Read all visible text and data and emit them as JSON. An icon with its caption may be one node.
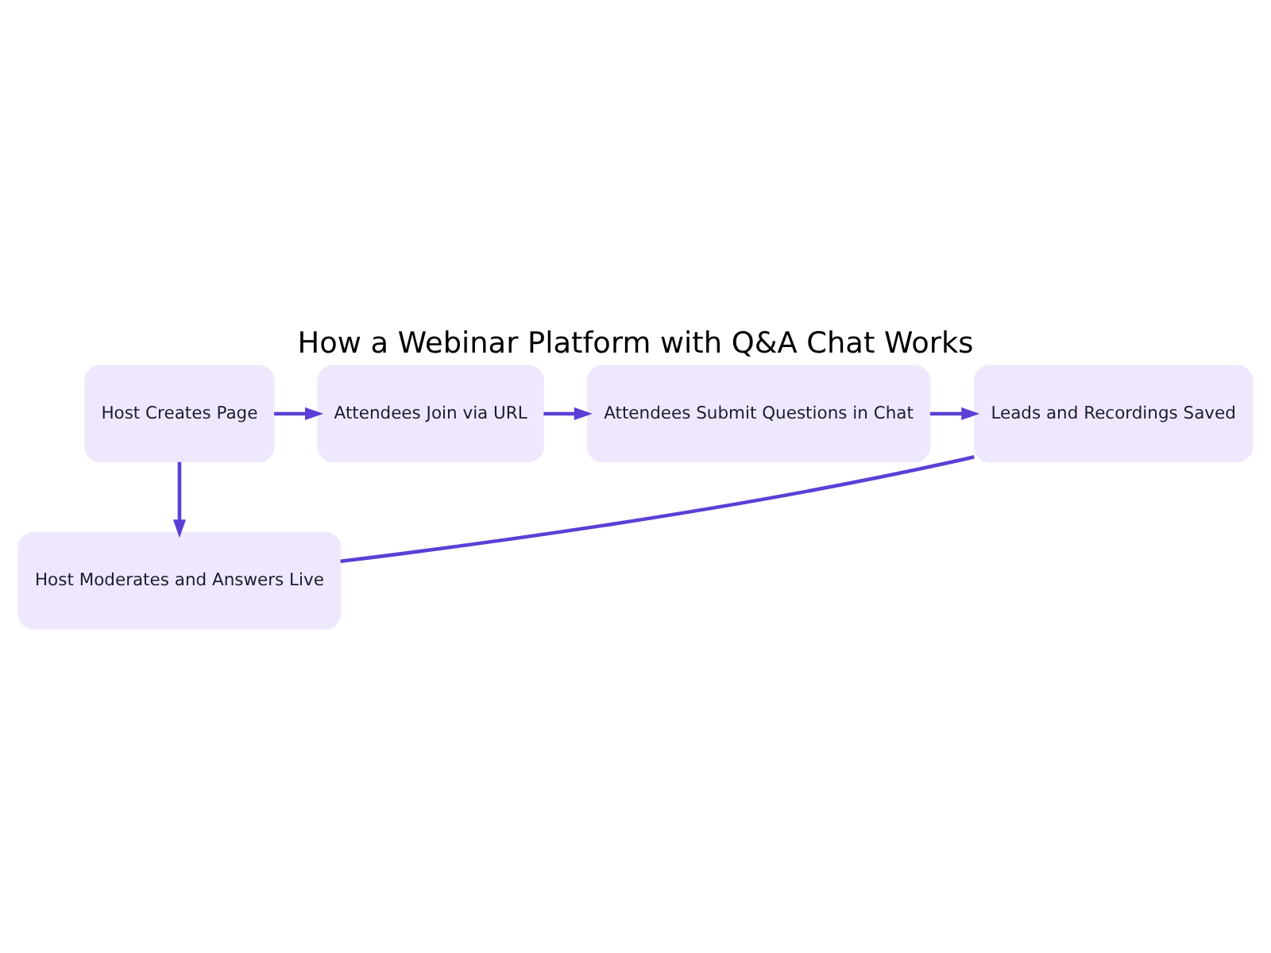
{
  "diagram": {
    "title": "How a Webinar Platform with Q&A Chat Works",
    "nodes": [
      {
        "text": [
          "Host Creates Page"
        ]
      },
      {
        "text": [
          "Attendees Join via URL"
        ]
      },
      {
        "text": [
          "Attendees Submit Questions in Chat"
        ]
      },
      {
        "text": [
          "Leads and Recordings Saved"
        ]
      },
      {
        "text": [
          "Host Moderates and Answers Live"
        ]
      }
    ],
    "edges": [
      {
        "from": 0,
        "to": 1,
        "arrow": "to"
      },
      {
        "from": 1,
        "to": 2,
        "arrow": "to"
      },
      {
        "from": 2,
        "to": 3,
        "arrow": "to"
      },
      {
        "from": 0,
        "to": 4,
        "arrow": "to"
      },
      {
        "from": 4,
        "to": 3,
        "arrow": "none"
      }
    ]
  }
}
